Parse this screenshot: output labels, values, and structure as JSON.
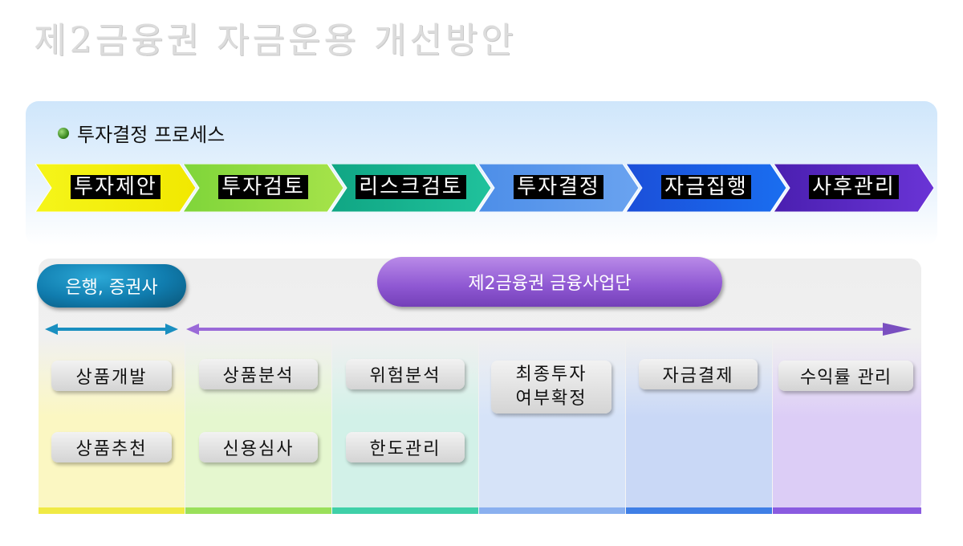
{
  "title": "제2금융권 자금운용 개선방안",
  "process": {
    "label": "투자결정 프로세스",
    "icon": "green-bullet-icon"
  },
  "steps": [
    {
      "label": "투자제안",
      "color_start": "#f5f51a",
      "color_end": "#f2e800"
    },
    {
      "label": "투자검토",
      "color_start": "#7fd53a",
      "color_end": "#a6e34a"
    },
    {
      "label": "리스크검토",
      "color_start": "#10a684",
      "color_end": "#20c29c"
    },
    {
      "label": "투자결정",
      "color_start": "#4d8ee8",
      "color_end": "#6aa3f0"
    },
    {
      "label": "자금집행",
      "color_start": "#1b4fd9",
      "color_end": "#1a6ef0"
    },
    {
      "label": "사후관리",
      "color_start": "#4a1fb0",
      "color_end": "#6a34d6"
    }
  ],
  "groups": {
    "bank": "은행, 증권사",
    "biz": "제2금융권 금융사업단"
  },
  "columns": [
    {
      "items": [
        "상품개발",
        "상품추천"
      ],
      "bg": "#fbf7c2",
      "bar": "#f0ea45"
    },
    {
      "items": [
        "상품분석",
        "신용심사"
      ],
      "bg": "#e5f7cf",
      "bar": "#9ae05a"
    },
    {
      "items": [
        "위험분석",
        "한도관리"
      ],
      "bg": "#d2f1e8",
      "bar": "#3fd0a8"
    },
    {
      "items": [
        "최종투자",
        "여부확정"
      ],
      "bg": "#d6e3f8",
      "bar": "#8ab0ef"
    },
    {
      "items": [
        "자금결제"
      ],
      "bg": "#c9d8f6",
      "bar": "#3f7fe6"
    },
    {
      "items": [
        "수익률 관리"
      ],
      "bg": "#dccdf6",
      "bar": "#8a5be0"
    }
  ]
}
